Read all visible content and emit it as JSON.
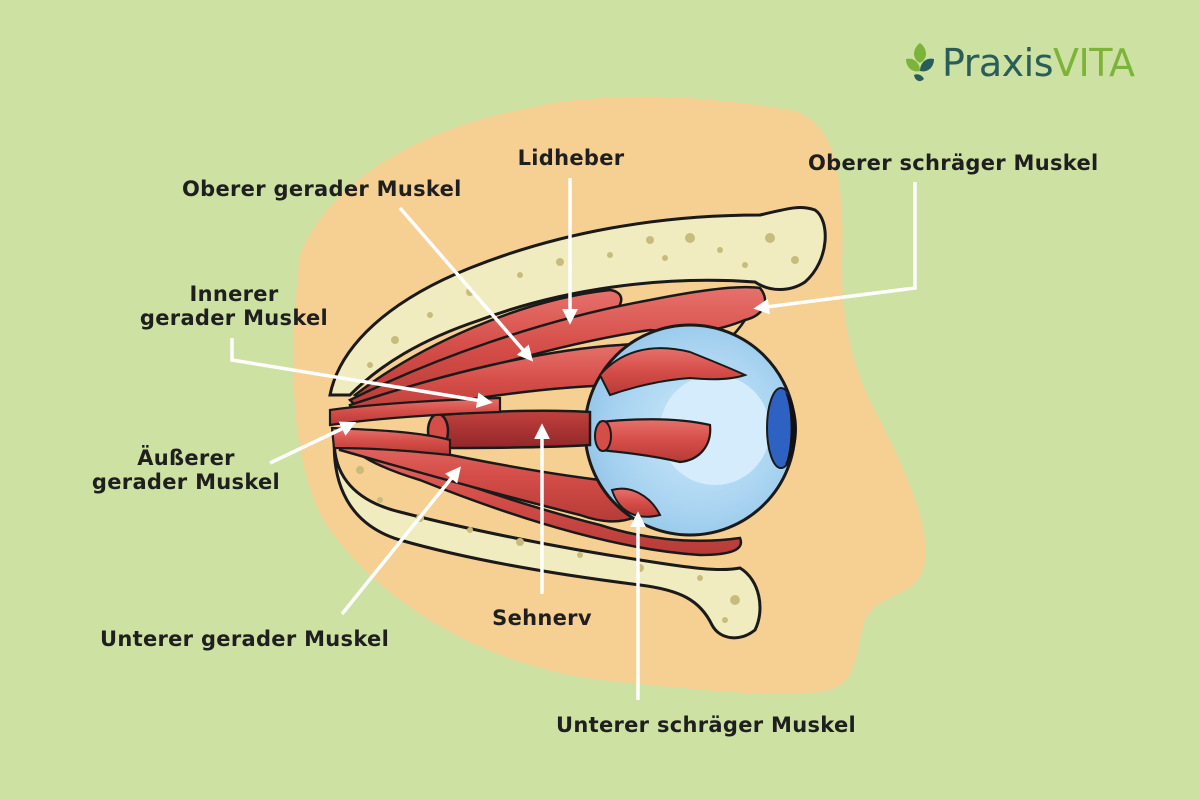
{
  "brand": {
    "name_part1": "Praxis",
    "name_part2": "VITA"
  },
  "colors": {
    "background": "#cde1a3",
    "skin": "#f6cf93",
    "bone": "#f1ecc0",
    "muscle": "#d9534f",
    "muscle_dark": "#a8332f",
    "eye": "#a9d4ef",
    "iris": "#2e62c2",
    "logo_dark": "#2a5c58",
    "logo_green": "#7cb339"
  },
  "labels": {
    "lidheber": "Lidheber",
    "oberer_gerader": "Oberer gerader Muskel",
    "oberer_schraeger": "Oberer schräger Muskel",
    "innerer_line1": "Innerer",
    "innerer_line2": "gerader Muskel",
    "aeusserer_line1": "Äußerer",
    "aeusserer_line2": "gerader Muskel",
    "unterer_gerader": "Unterer gerader Muskel",
    "sehnerv": "Sehnerv",
    "unterer_schraeger": "Unterer schräger Muskel"
  }
}
